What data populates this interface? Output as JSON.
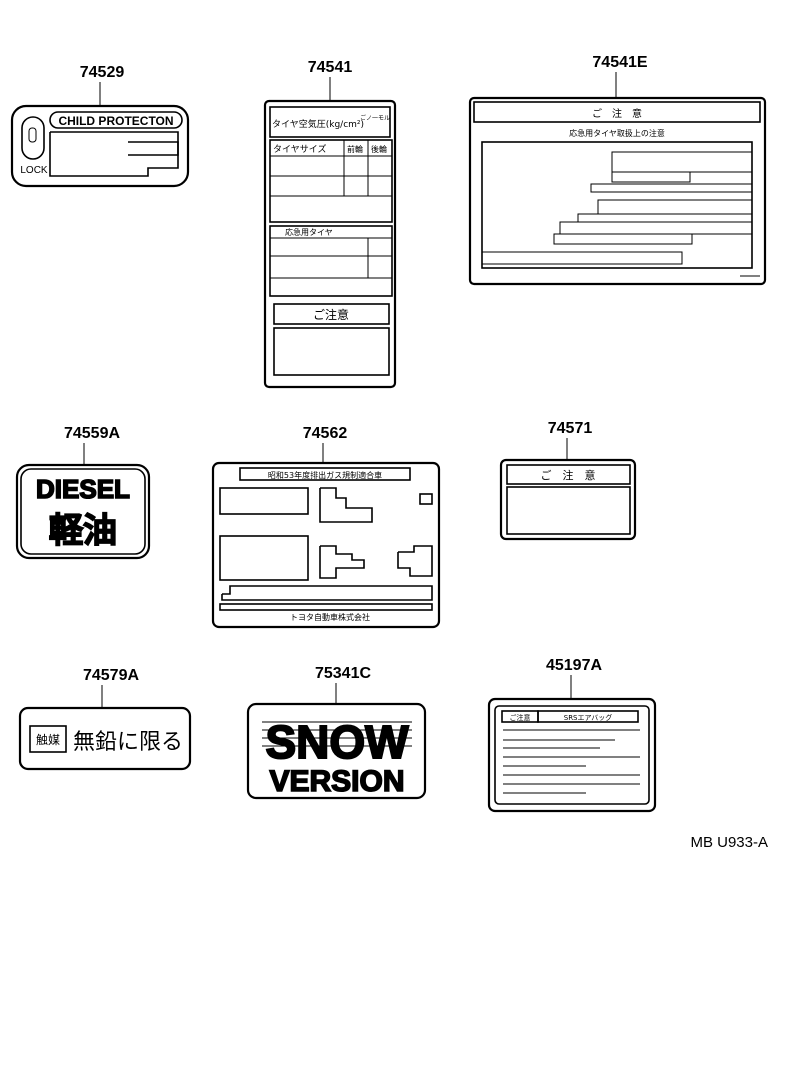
{
  "parts": [
    {
      "number": "74529",
      "label_text": "CHILD PROTECTON",
      "sub_text": "LOCK"
    },
    {
      "number": "74541",
      "label_text": "タイヤ空気圧(kg/cm²)",
      "label_sub": "ごノ一モル",
      "tire_size": "タイヤサイズ",
      "front": "前輪",
      "rear": "後輪",
      "spare": "応急用タイヤ",
      "caution": "ご注意"
    },
    {
      "number": "74541E",
      "header": "ご　注　意",
      "subheader": "応急用タイヤ取扱上の注意"
    },
    {
      "number": "74559A",
      "line1": "DIESEL",
      "line2": "軽油"
    },
    {
      "number": "74562",
      "header": "昭和53年度排出ガス規制適合車",
      "footer": "トヨタ自動車株式会社"
    },
    {
      "number": "74571",
      "header": "ご　注　意"
    },
    {
      "number": "74579A",
      "box_text": "触媒",
      "main_text": "無鉛に限る"
    },
    {
      "number": "75341C",
      "line1": "SNOW",
      "line2": "VERSION"
    },
    {
      "number": "45197A",
      "tag1": "ご注意",
      "tag2": "SRSエアバッグ"
    }
  ],
  "reference": "MB U933-A"
}
